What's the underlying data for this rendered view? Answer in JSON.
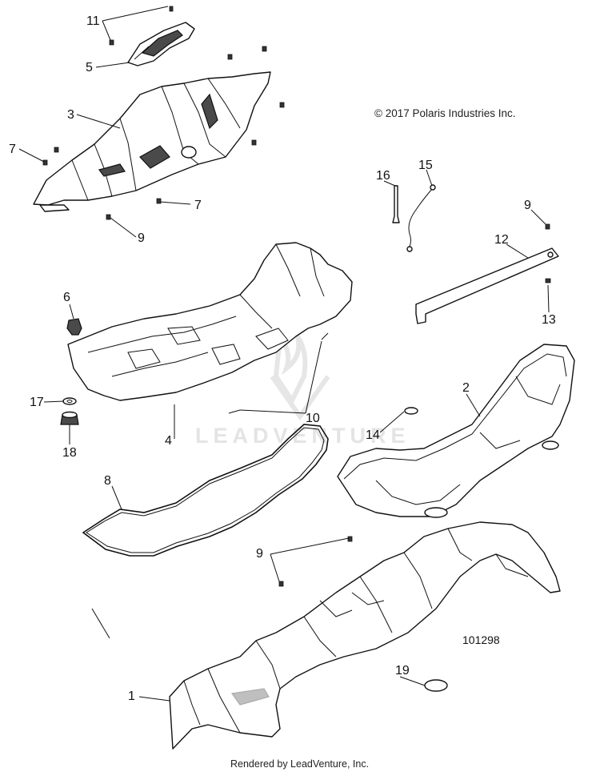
{
  "copyright": "© 2017 Polaris Industries Inc.",
  "diagram_number": "101298",
  "footer": "Rendered by LeadVenture, Inc.",
  "watermark": "LEADVENTURE",
  "callouts": [
    "11",
    "5",
    "3",
    "7",
    "7",
    "9",
    "16",
    "15",
    "9",
    "12",
    "13",
    "6",
    "17",
    "18",
    "4",
    "10",
    "2",
    "14",
    "8",
    "9",
    "1",
    "19"
  ]
}
